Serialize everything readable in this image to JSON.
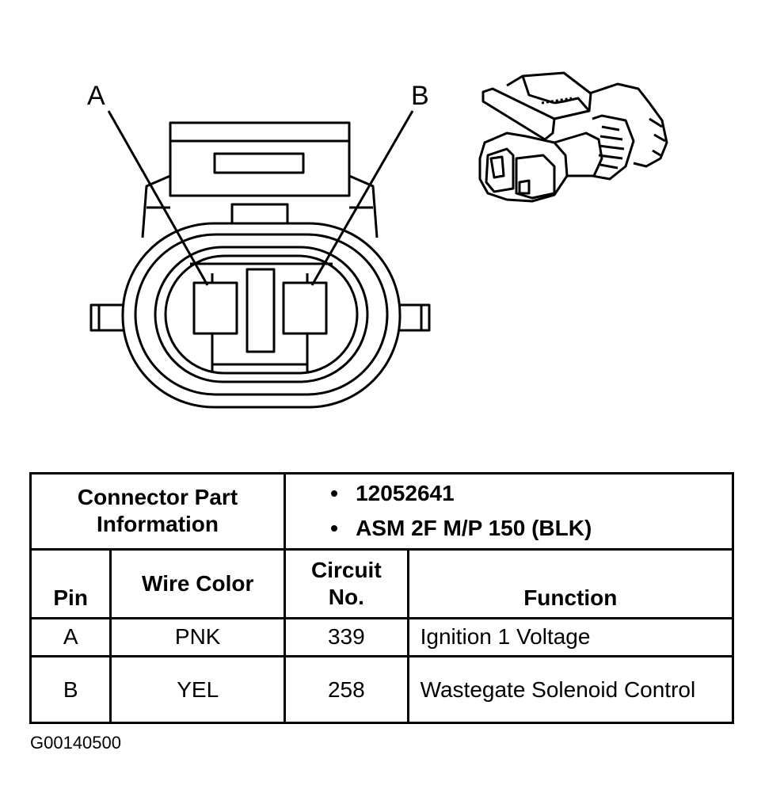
{
  "diagram": {
    "pin_a_label": "A",
    "pin_b_label": "B"
  },
  "table": {
    "part_info_header": "Connector Part Information",
    "part_info_values": [
      "12052641",
      "ASM 2F M/P 150 (BLK)"
    ],
    "columns": {
      "pin": "Pin",
      "wire_color": "Wire Color",
      "circuit_no": "Circuit No.",
      "function": "Function"
    },
    "rows": [
      {
        "pin": "A",
        "wire_color": "PNK",
        "circuit": "339",
        "function": "Ignition 1 Voltage"
      },
      {
        "pin": "B",
        "wire_color": "YEL",
        "circuit": "258",
        "function": "Wastegate Solenoid Control"
      }
    ]
  },
  "figure_code": "G00140500"
}
